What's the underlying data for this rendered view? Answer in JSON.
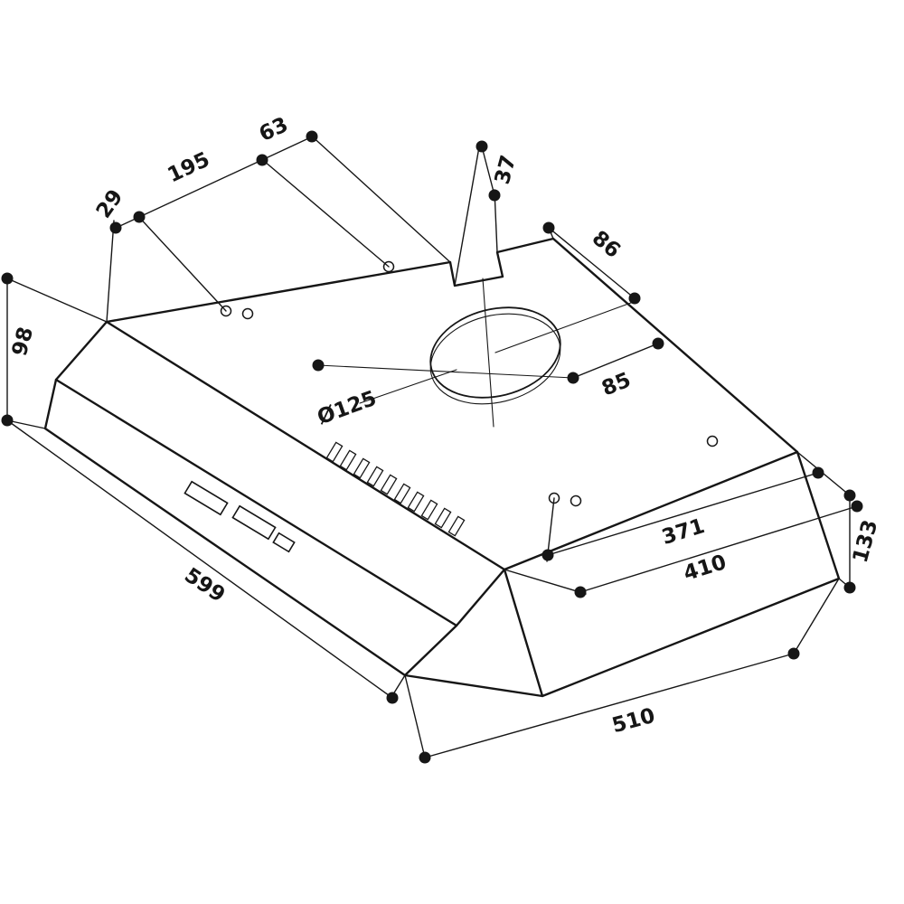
{
  "title": "Cooker hood dimensional drawing",
  "colors": {
    "line": "#161616",
    "background": "#ffffff"
  },
  "dims": {
    "d29": "29",
    "d195": "195",
    "d63": "63",
    "d37": "37",
    "d86": "86",
    "d98": "98",
    "d85": "85",
    "d125": "Ø125",
    "d371": "371",
    "d410": "410",
    "d133": "133",
    "d599": "599",
    "d510": "510"
  }
}
